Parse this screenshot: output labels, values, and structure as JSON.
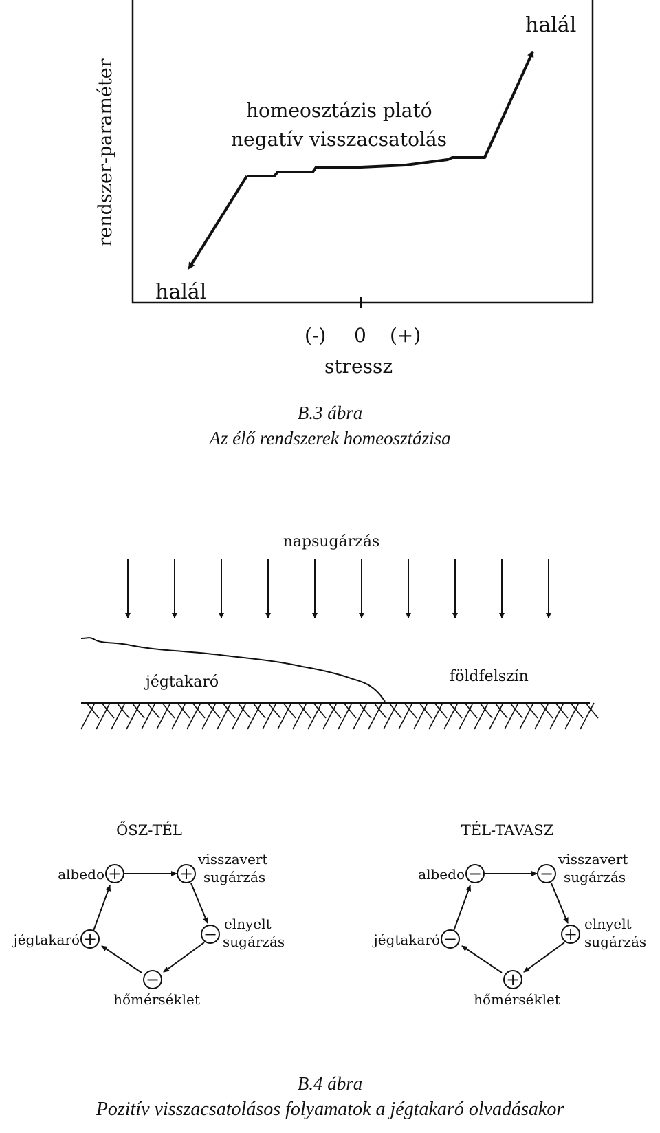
{
  "fig1": {
    "ylabel": "rendszer-parameter",
    "ylabel_text": "rendszer-paraméter",
    "death_top": "halál",
    "death_bottom": "halál",
    "plateau_line1": "homeosztázis plató",
    "plateau_line2": "negatív visszacsatolás",
    "tick_neg": "(-)",
    "tick_zero": "0",
    "tick_pos": "(+)",
    "xlabel": "stressz",
    "caption_num": "B.3 ábra",
    "caption_title": "Az élő rendszerek homeosztázisa"
  },
  "fig2": {
    "radiation": "napsugárzás",
    "ice_label": "jégtakaró",
    "ground_label": "földfelszín",
    "arrow_count": 10
  },
  "fig3": {
    "left": {
      "title": "ŐSZ-TÉL",
      "nodes": [
        {
          "label": "albedo",
          "sign": "+"
        },
        {
          "label1": "visszavert",
          "label2": "sugárzás",
          "sign": "+"
        },
        {
          "label1": "elnyelt",
          "label2": "sugárzás",
          "sign": "−"
        },
        {
          "label": "hőmérséklet",
          "sign": "−"
        },
        {
          "label": "jégtakaró",
          "sign": "+"
        }
      ]
    },
    "right": {
      "title": "TÉL-TAVASZ",
      "nodes": [
        {
          "label": "albedo",
          "sign": "−"
        },
        {
          "label1": "visszavert",
          "label2": "sugárzás",
          "sign": "−"
        },
        {
          "label1": "elnyelt",
          "label2": "sugárzás",
          "sign": "+"
        },
        {
          "label": "hőmérséklet",
          "sign": "+"
        },
        {
          "label": "jégtakaró",
          "sign": "−"
        }
      ]
    },
    "caption_num": "B.4 ábra",
    "caption_title": "Pozitív visszacsatolásos folyamatok a jégtakaró olvadásakor"
  }
}
